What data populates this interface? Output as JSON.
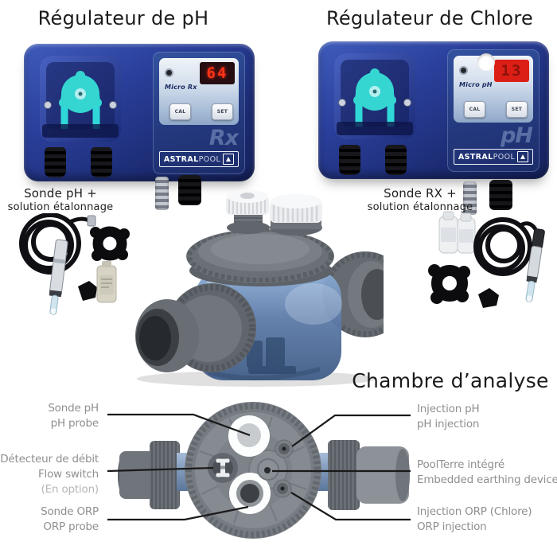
{
  "titles": {
    "ph_regulator": "Régulateur de pH",
    "chlore_regulator": "Régulateur de Chlore",
    "analysis_chamber": "Chambre d’analyse"
  },
  "devices": {
    "left": {
      "model": "Micro Rx",
      "display_value": "64",
      "watermark": "Rx",
      "cal_button": "CAL",
      "set_button": "SET",
      "brand_main": "ASTRAL",
      "brand_sub": "POOL"
    },
    "right": {
      "model": "Micro pH",
      "display_value": "13",
      "watermark": "pH",
      "cal_button": "CAL",
      "set_button": "SET",
      "brand_main": "ASTRAL",
      "brand_sub": "POOL"
    }
  },
  "kits": {
    "ph": {
      "line1": "Sonde pH +",
      "line2": "solution étalonnage"
    },
    "rx": {
      "line1": "Sonde RX +",
      "line2": "solution étalonnage"
    }
  },
  "chamber": {
    "labels": {
      "sonde_ph": {
        "fr": "Sonde pH",
        "en": "pH probe"
      },
      "flow_switch": {
        "fr": "Détecteur de débit",
        "en": "Flow switch",
        "note": "(En option)"
      },
      "sonde_orp": {
        "fr": "Sonde ORP",
        "en": "ORP probe"
      },
      "injection_ph": {
        "fr": "Injection pH",
        "en": "pH injection"
      },
      "poolterre": {
        "fr": "PoolTerre intégré",
        "en": "Embedded earthing device"
      },
      "injection_orp": {
        "fr": "Injection ORP (Chlore)",
        "en": "ORP injection"
      }
    }
  },
  "colors": {
    "device_body_blue": "#24388c",
    "pump_teal": "#35d6d2",
    "display_digits_red": "#ff3318",
    "display_box_red": "#dc1f16",
    "chamber_gray": "#868b91",
    "pipe_blue": "#6d8cb3",
    "label_gray": "#8f8f8f",
    "title_black": "#1b1b1b"
  }
}
